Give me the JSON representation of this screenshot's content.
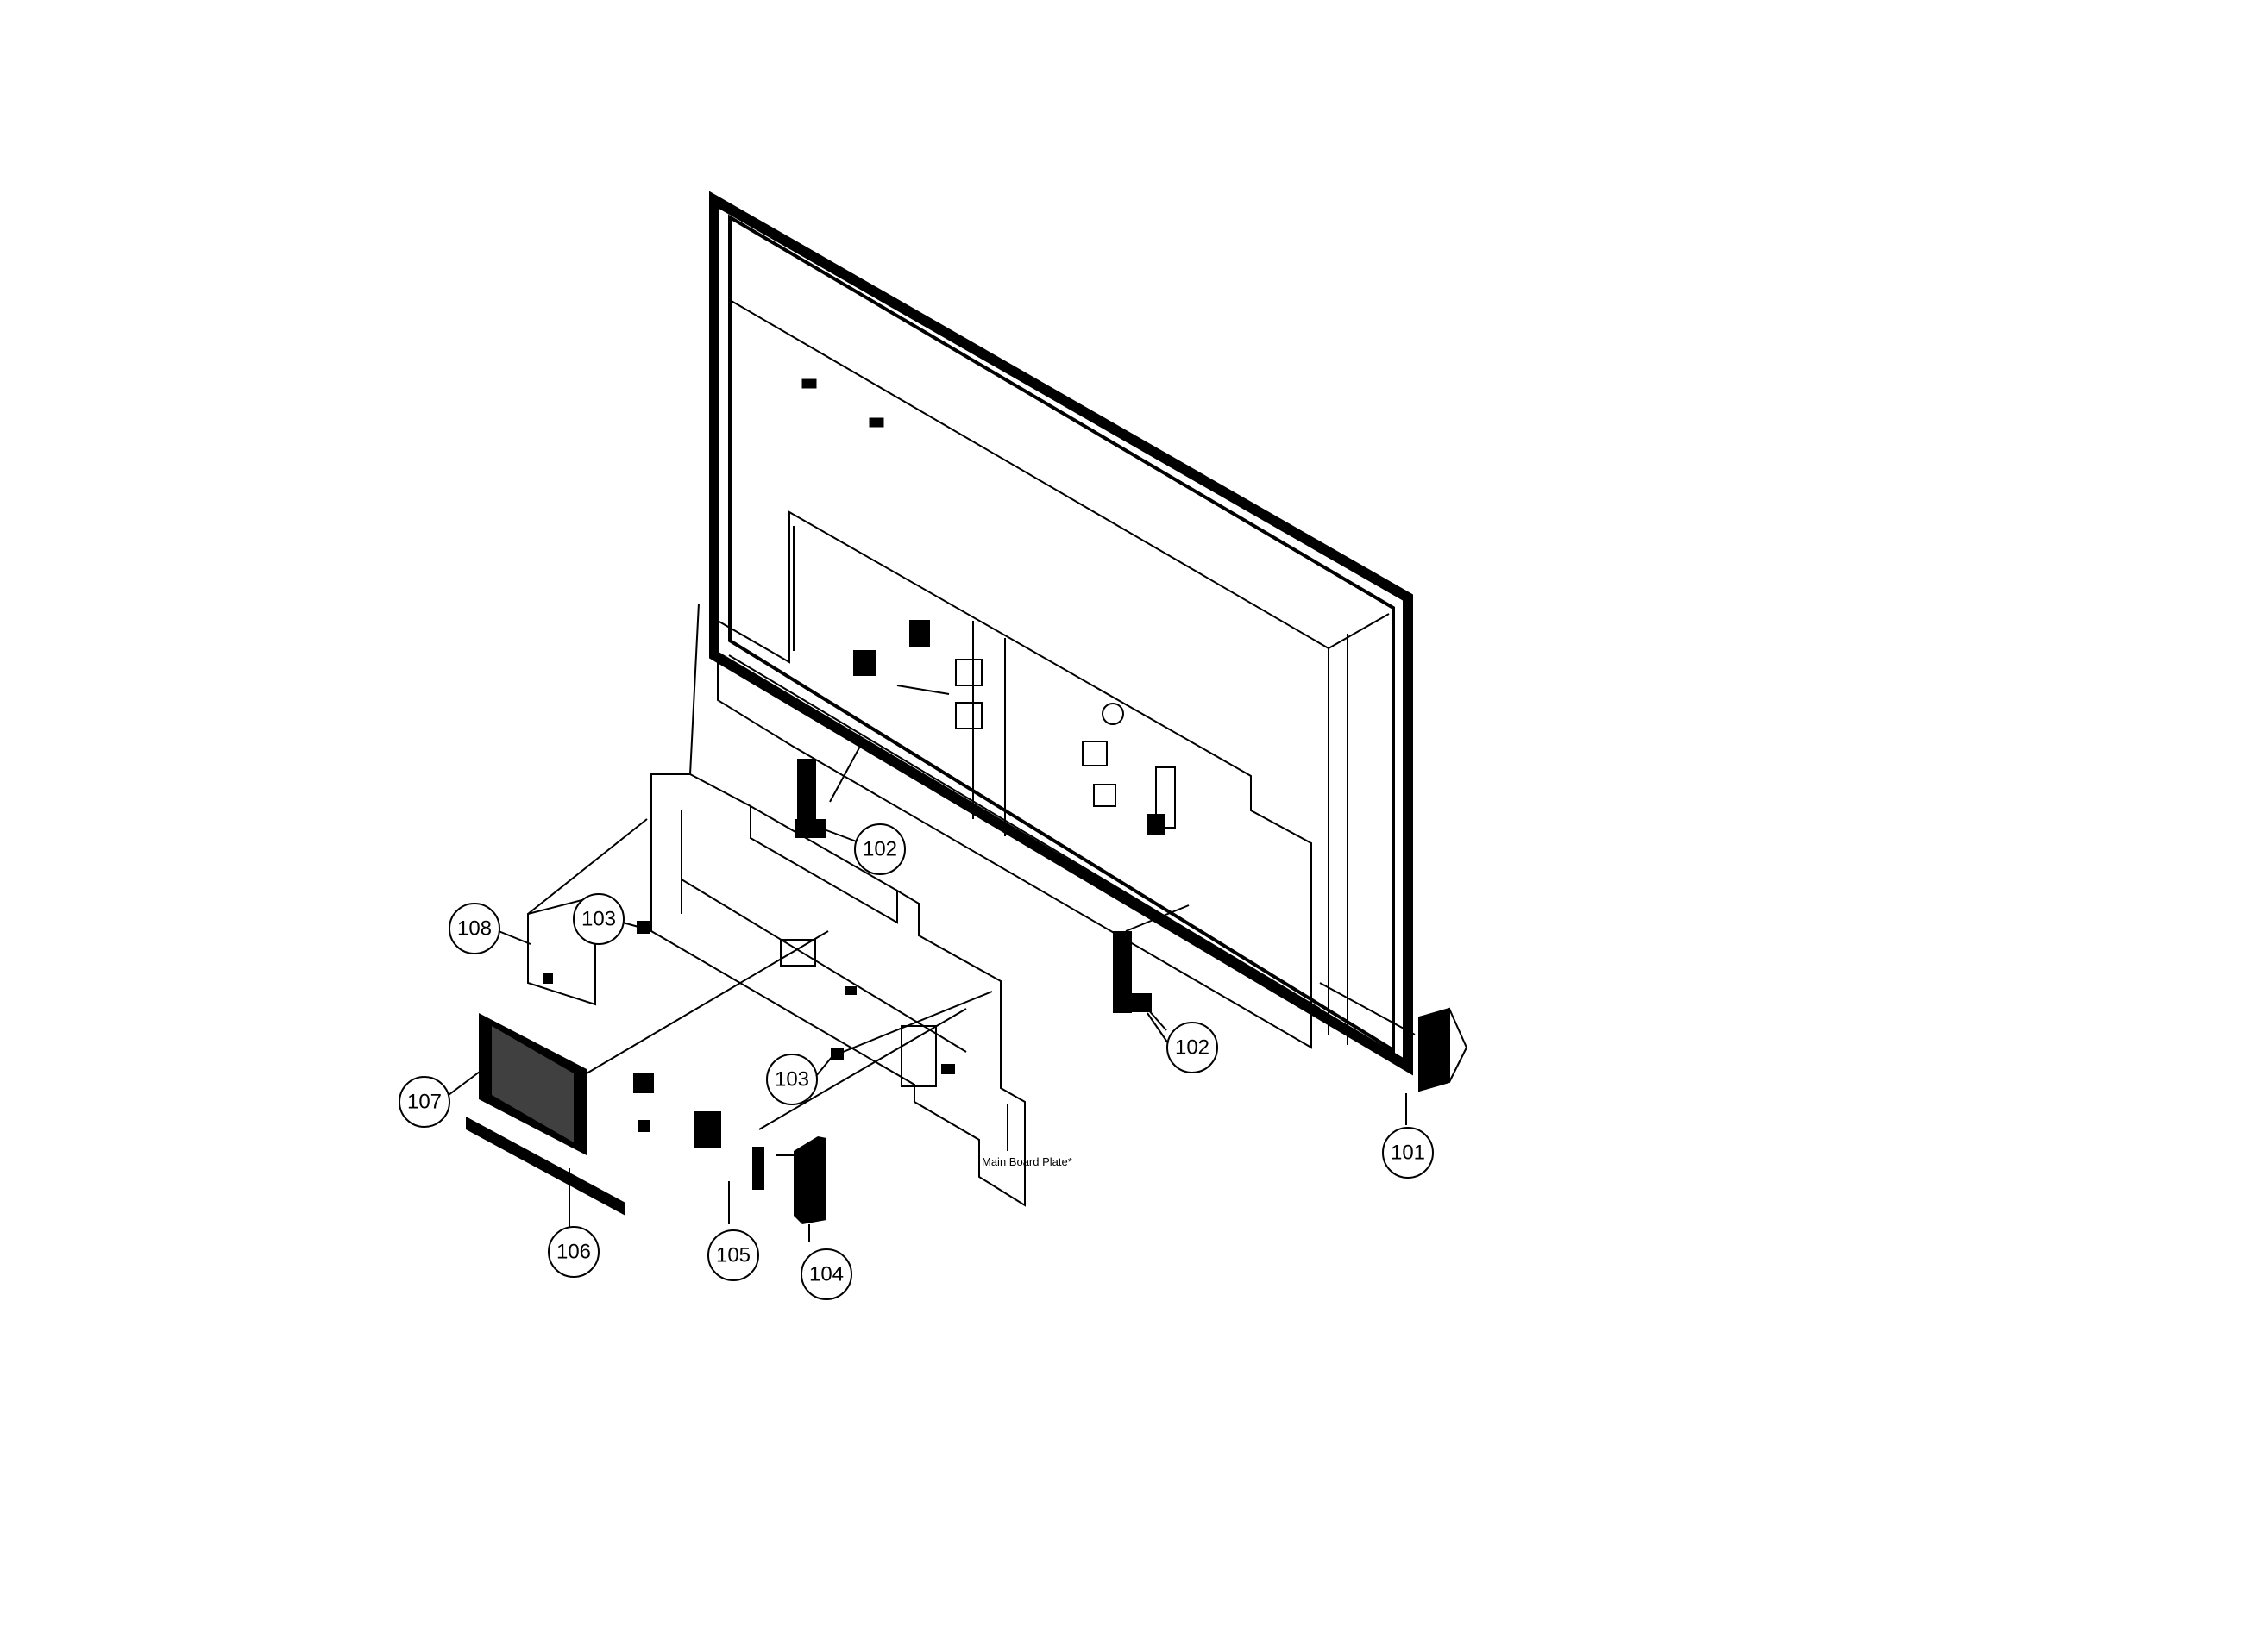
{
  "callouts": {
    "c101": "101",
    "c102a": "102",
    "c102b": "102",
    "c103a": "103",
    "c103b": "103",
    "c104": "104",
    "c105": "105",
    "c106": "106",
    "c107": "107",
    "c108": "108"
  },
  "notes": {
    "main_board_plate": "Main Board Plate*"
  },
  "colors": {
    "line": "#000000",
    "background": "#ffffff"
  }
}
